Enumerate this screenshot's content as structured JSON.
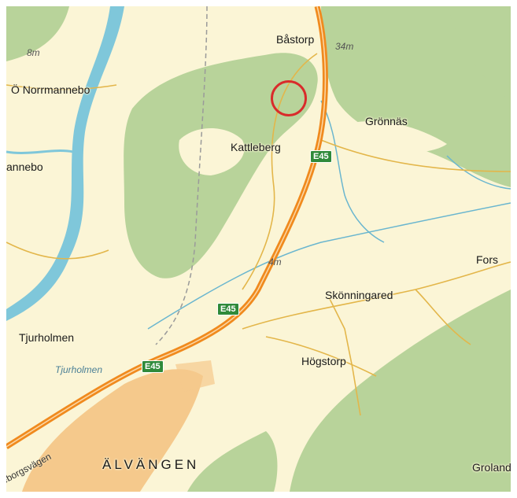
{
  "map": {
    "places": {
      "bastorp": "Båstorp",
      "o_norrmannebo": "Ö Norrmannebo",
      "norrmannebo_partial": "annebo",
      "gronnas": "Grönnäs",
      "kattleberg": "Kattleberg",
      "fors": "Fors",
      "skonningared": "Skönningared",
      "tjurholmen": "Tjurholmen",
      "hogstorp": "Högstorp",
      "alvangen": "ÄLVÄNGEN",
      "groland_partial": "Groland"
    },
    "water_labels": {
      "tjurholmen_water": "Tjurholmen"
    },
    "elevations": {
      "river_north": "8m",
      "bastorp": "34m",
      "valley": "4m"
    },
    "road_shields": {
      "e45_north": "E45",
      "e45_middle": "E45",
      "e45_south": "E45"
    },
    "streets": {
      "goteborgsvagen_partial": "eborgsvägen"
    },
    "marker": {
      "type": "circle",
      "color": "#d92b2b"
    },
    "colors": {
      "land": "#fbf5d6",
      "forest": "#b8d39a",
      "water": "#7fc7da",
      "motorway": "#f08a1e",
      "urban": "#f5c98c"
    }
  }
}
